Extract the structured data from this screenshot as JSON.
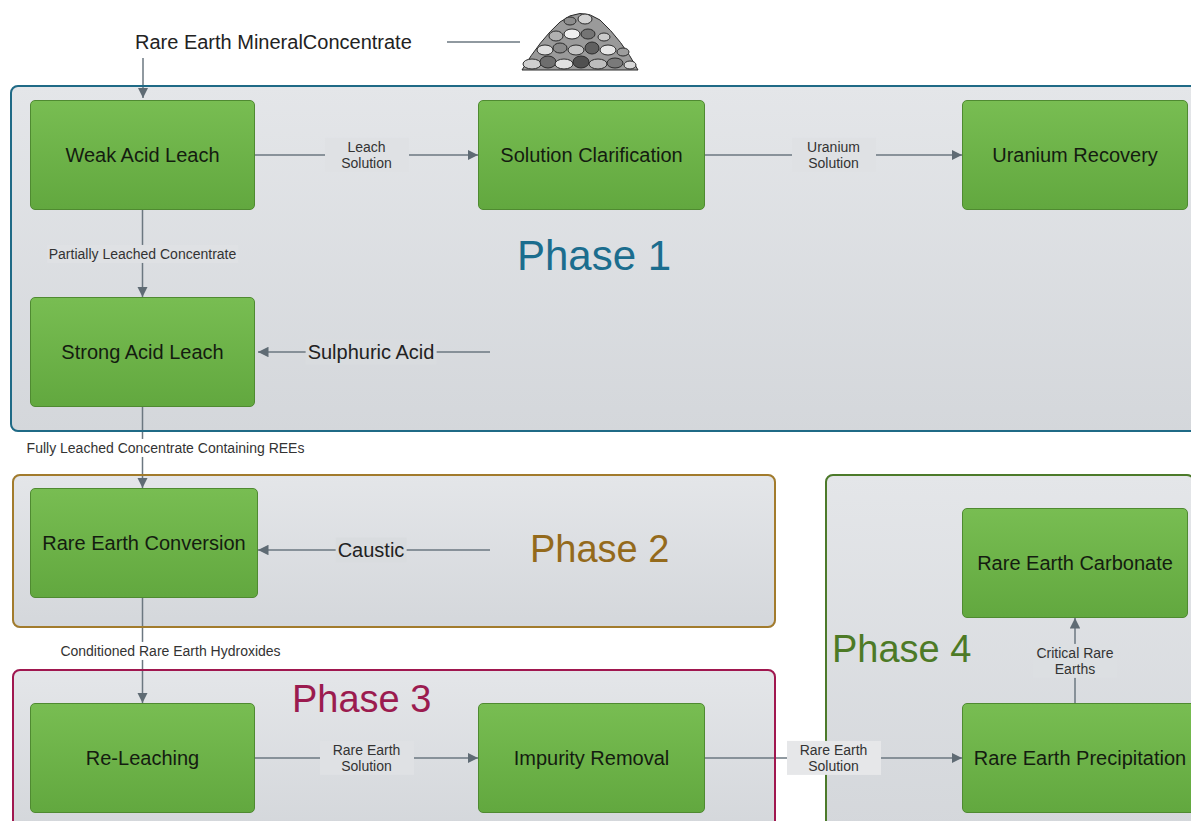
{
  "diagram": {
    "nodes": [
      {
        "text": [
          "Phase 1"
        ]
      },
      {
        "text": [
          "Weak Acid Leach"
        ],
        "in": 0
      },
      {
        "text": [
          "Solution Clarification"
        ],
        "in": 0
      },
      {
        "text": [
          "Uranium Recovery"
        ],
        "in": 0
      },
      {
        "text": [
          "Strong Acid Leach"
        ],
        "in": 0
      },
      {
        "text": [
          "Phase 2"
        ]
      },
      {
        "text": [
          "Rare Earth Conversion"
        ],
        "in": 5
      },
      {
        "text": [
          "Phase 3"
        ]
      },
      {
        "text": [
          "Re-Leaching"
        ],
        "in": 7
      },
      {
        "text": [
          "Impurity Removal"
        ],
        "in": 7
      },
      {
        "text": [
          "Phase 4"
        ]
      },
      {
        "text": [
          "Rare Earth Carbonate"
        ],
        "in": 10
      },
      {
        "text": [
          "Rare Earth Precipitation"
        ],
        "in": 10
      }
    ],
    "edges": [
      {
        "from": 1,
        "to": 2,
        "label": "Leach Solution",
        "arrow": "to"
      },
      {
        "from": 2,
        "to": 3,
        "label": "Uranium Solution",
        "arrow": "to"
      },
      {
        "from": 1,
        "to": 4,
        "label": "Partially Leached Concentrate",
        "arrow": "to"
      },
      {
        "from": 4,
        "to": 6,
        "label": "Fully Leached Concentrate Containing REEs",
        "arrow": "to"
      },
      {
        "from": 6,
        "to": 8,
        "label": "Conditioned Rare Earth Hydroxides",
        "arrow": "to"
      },
      {
        "from": 8,
        "to": 9,
        "label": "Rare Earth Solution",
        "arrow": "to"
      },
      {
        "from": 9,
        "to": 12,
        "label": "Rare Earth Solution",
        "arrow": "to"
      },
      {
        "from": 12,
        "to": 11,
        "label": "Critical Rare Earths",
        "arrow": "to"
      }
    ],
    "labels": [
      "Rare Earth MineralConcentrate",
      "Sulphuric Acid",
      "Caustic"
    ]
  }
}
